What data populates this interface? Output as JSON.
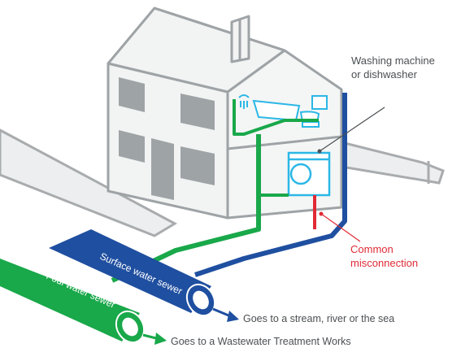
{
  "labels": {
    "appliance_line1": "Washing machine",
    "appliance_line2": "or dishwasher",
    "misconnection_line1": "Common",
    "misconnection_line2": "misconnection",
    "surface_sewer": "Surface water sewer",
    "foul_sewer": "Foul water sewer",
    "surface_destination": "Goes to a stream, river or the sea",
    "foul_destination": "Goes to a Wastewater Treatment Works"
  },
  "colors": {
    "foul_green": "#19a84a",
    "surface_blue": "#1f4fa0",
    "misconnection_red": "#e02a35",
    "house_outline": "#9ea3a6",
    "house_fill": "#f2f3f3",
    "road_outline": "#a8acae",
    "road_fill": "#eceeef",
    "appliance_cyan": "#2bb7e6",
    "label_text": "#4b4f52"
  }
}
